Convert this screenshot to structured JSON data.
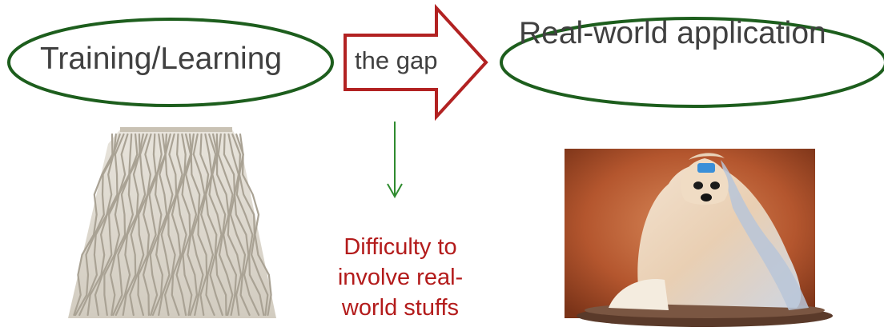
{
  "training_label": "Training/Learning",
  "gap_label": "the gap",
  "application_label": "Real-world application",
  "difficulty_lines": [
    "Difficulty to",
    "involve real-",
    "world stuffs"
  ],
  "colors": {
    "ellipse_stroke": "#1d5e1d",
    "arrow_stroke": "#b22222",
    "down_arrow": "#2e8b2e",
    "difficulty_text": "#b31b1b",
    "label_text": "#404040"
  },
  "images": {
    "left": "mop-head-image",
    "right": "shih-tzu-dog-image"
  }
}
